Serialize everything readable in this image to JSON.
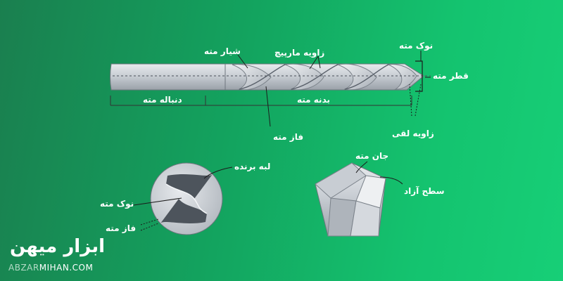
{
  "labels": {
    "tip": "نوک مته",
    "spiral_angle": "زاویه مارپیچ",
    "flute": "شیار مته",
    "diameter": "قطر مته",
    "shank": "دنباله مته",
    "body": "بدنه مته",
    "land": "فاز مته",
    "lip_angle": "زاویه لقی",
    "cutting_edge": "لبه برنده",
    "tip2": "نوک مته",
    "land2": "فاز مته",
    "web": "جان مته",
    "free_surface": "سطح آزاد"
  },
  "brand": {
    "name_fa": "ابزار میهن",
    "site_a": "ABZAR",
    "site_b": "MIHAN.COM"
  },
  "colors": {
    "bg_left": "#1a7f4f",
    "bg_right": "#17cf77",
    "metal": "#d9dde2",
    "metal_dark": "#8f969e"
  }
}
